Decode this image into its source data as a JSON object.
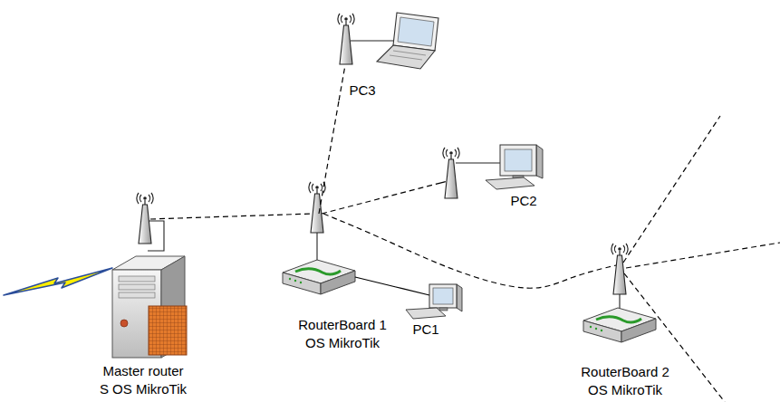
{
  "diagram": {
    "nodes": [
      {
        "text": [
          "Master router",
          "S OS MikroTik"
        ]
      },
      {
        "text": [
          "RouterBoard 1",
          "OS MikroTik"
        ]
      },
      {
        "text": [
          "PC1"
        ]
      },
      {
        "text": [
          "PC2"
        ]
      },
      {
        "text": [
          "PC3"
        ]
      },
      {
        "text": [
          "RouterBoard 2",
          "OS MikroTik"
        ]
      }
    ],
    "edges": [
      {
        "from": 0,
        "to": 1,
        "arrow": "none"
      },
      {
        "from": 1,
        "to": 2,
        "arrow": "none"
      },
      {
        "from": 1,
        "to": 3,
        "arrow": "none"
      },
      {
        "from": 1,
        "to": 4,
        "arrow": "none"
      },
      {
        "from": 1,
        "to": 5,
        "arrow": "none"
      }
    ]
  }
}
